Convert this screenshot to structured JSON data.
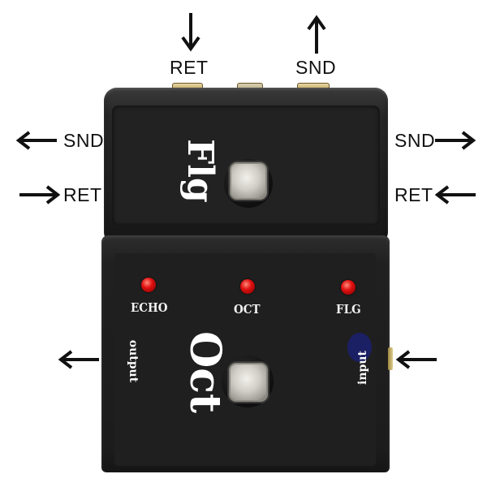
{
  "jack_labels": {
    "top_left": "RET",
    "top_right": "SND",
    "left_upper": "SND",
    "left_lower": "RET",
    "right_upper": "SND",
    "right_lower": "RET"
  },
  "top_pedal": {
    "name": "Flg"
  },
  "bottom_pedal": {
    "name": "Oct"
  },
  "leds": [
    {
      "label": "ECHO",
      "color": "#e01010"
    },
    {
      "label": "OCT",
      "color": "#e01010"
    },
    {
      "label": "FLG",
      "color": "#e01010"
    }
  ],
  "side_labels": {
    "output": "output",
    "input": "input"
  },
  "colors": {
    "enclosure": "#1e1e1e",
    "led": "#e01010",
    "text": "#ffffff",
    "jack": "#c8ab60"
  }
}
